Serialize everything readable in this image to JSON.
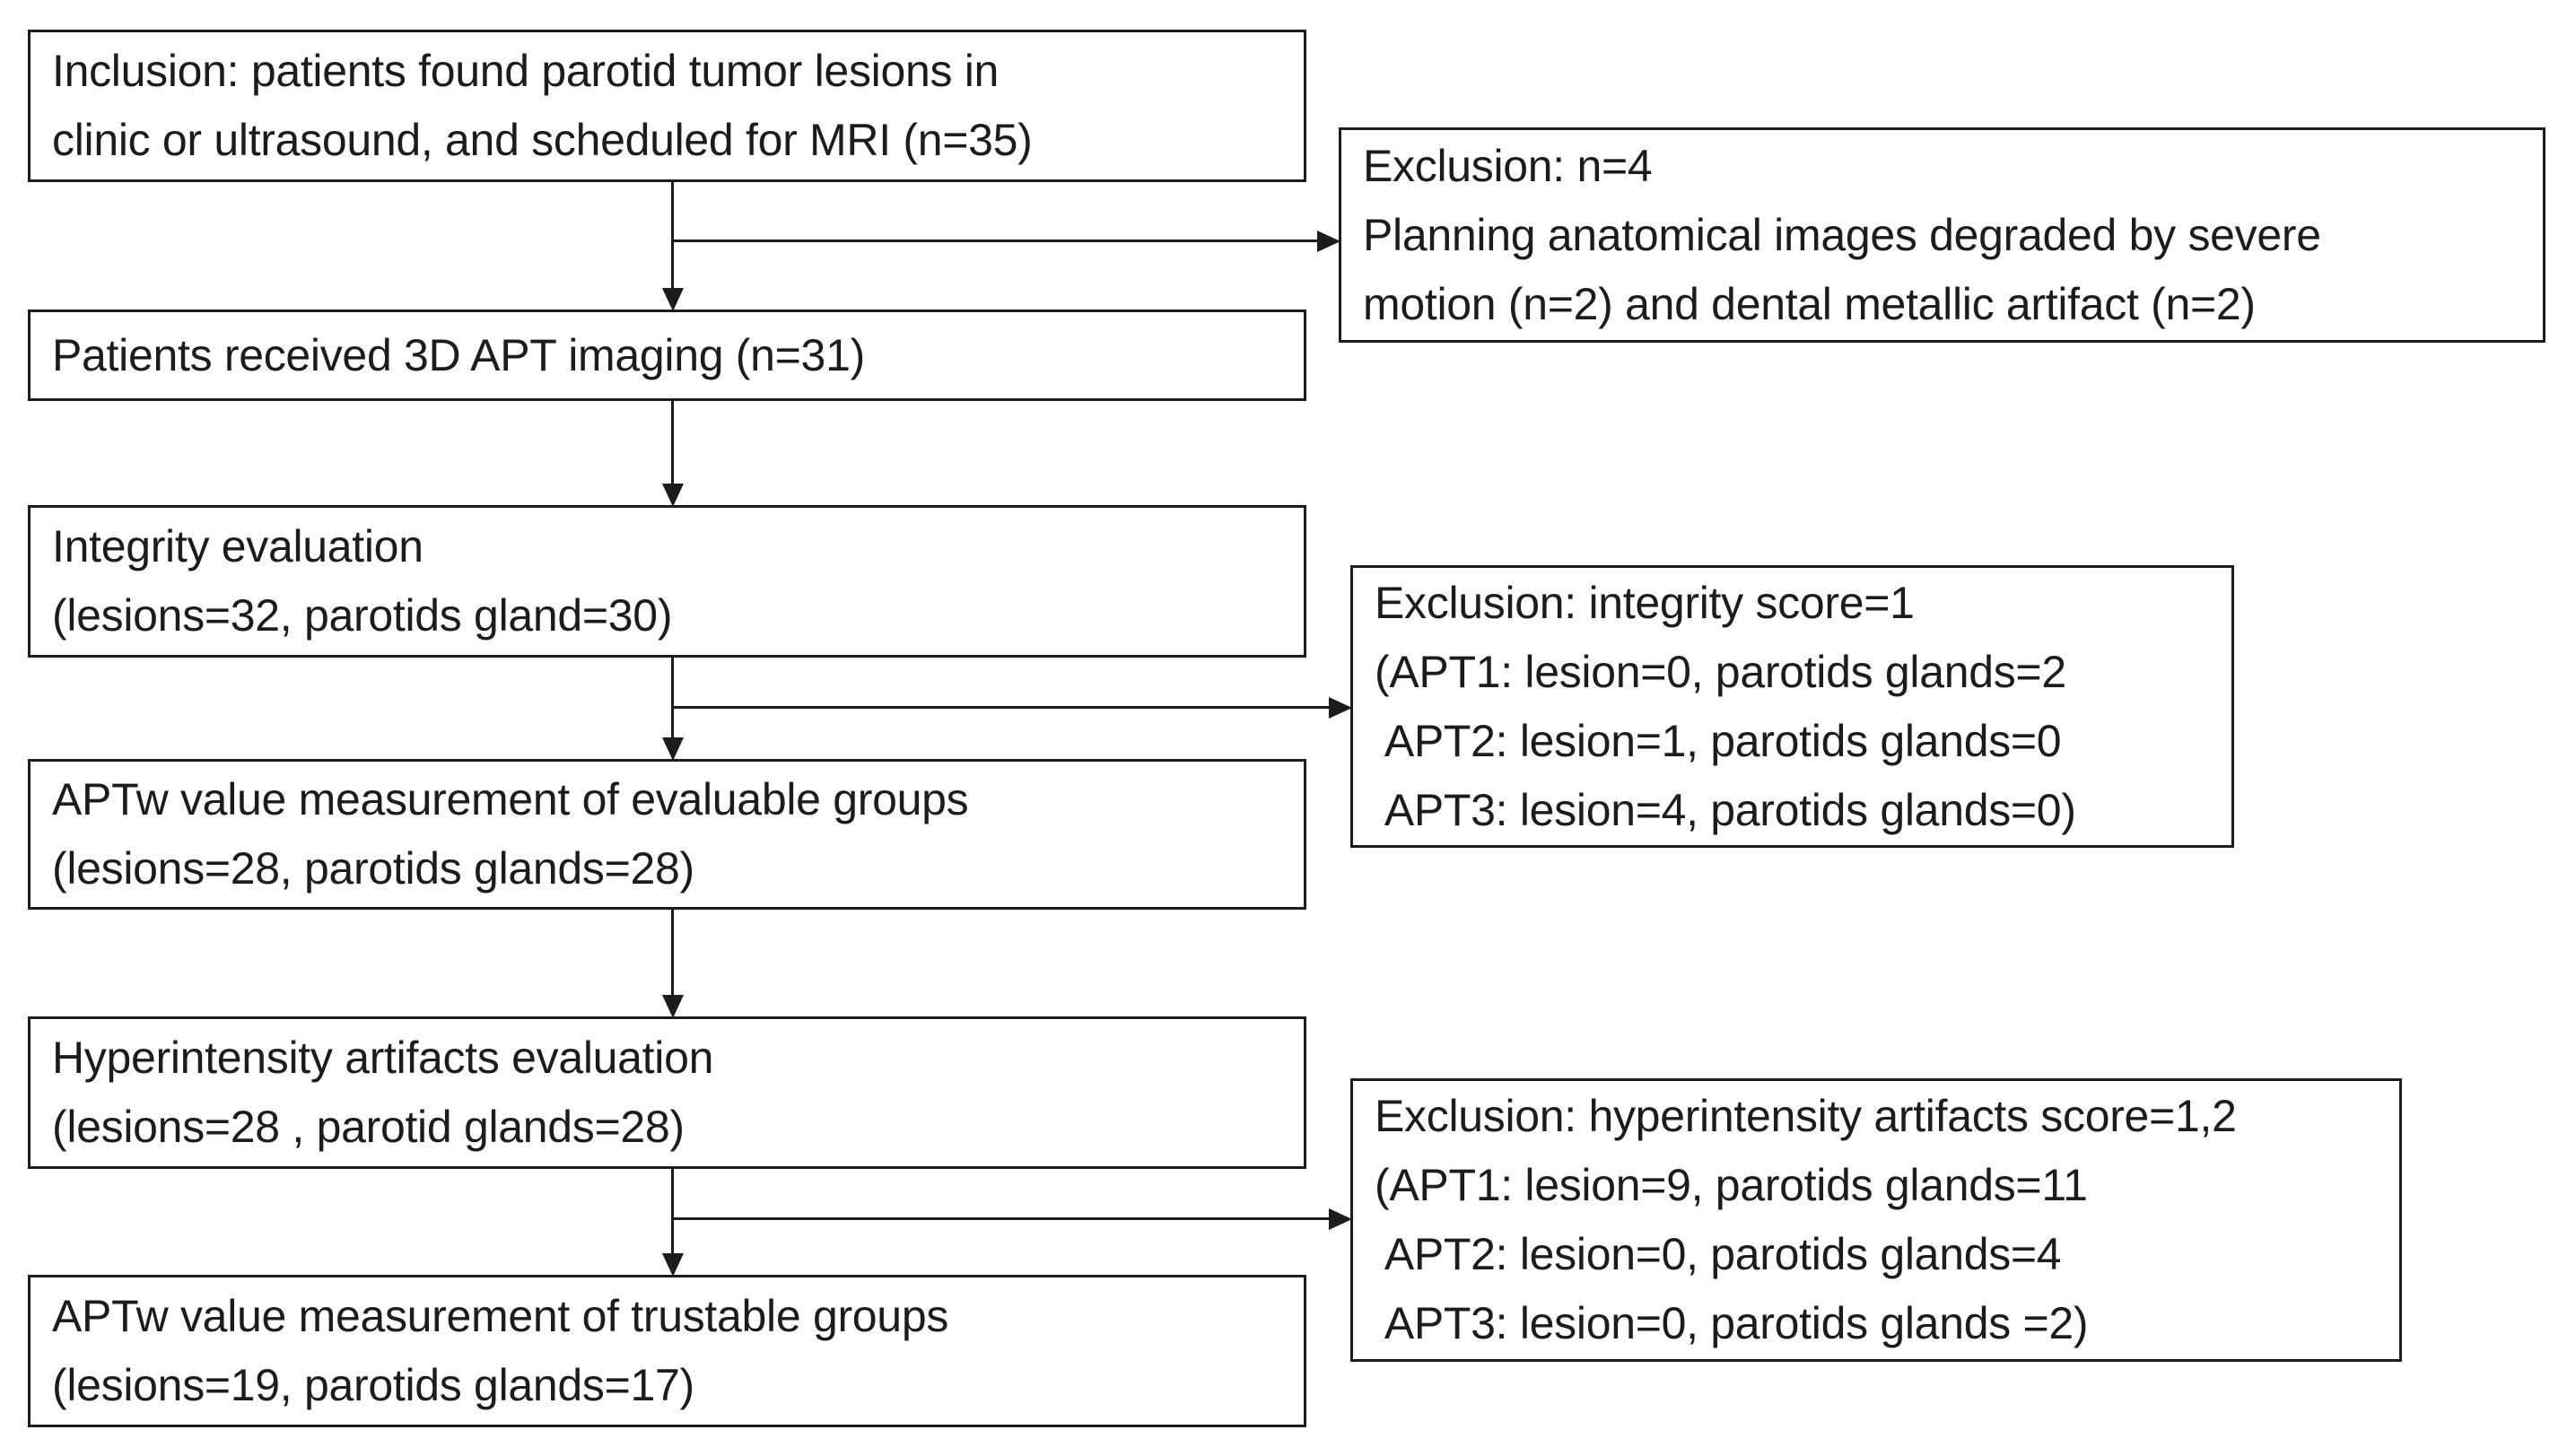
{
  "colors": {
    "background": "#ffffff",
    "line": "#1c1c1c",
    "text": "#1c1c1c"
  },
  "flow": {
    "main_boxes": [
      {
        "id": "inclusion",
        "lines": [
          "Inclusion: patients found parotid tumor lesions in",
          "clinic or ultrasound, and scheduled for MRI (n=35)"
        ]
      },
      {
        "id": "apt-imaging",
        "lines": [
          "Patients received 3D APT imaging (n=31)"
        ]
      },
      {
        "id": "integrity-evaluation",
        "lines": [
          "Integrity evaluation",
          "(lesions=32, parotids gland=30)"
        ]
      },
      {
        "id": "aptw-evaluable",
        "lines": [
          "APTw value measurement of evaluable groups",
          "(lesions=28, parotids glands=28)"
        ]
      },
      {
        "id": "hyperintensity-evaluation",
        "lines": [
          "Hyperintensity artifacts evaluation",
          "(lesions=28 , parotid glands=28)"
        ]
      },
      {
        "id": "aptw-trustable",
        "lines": [
          "APTw value measurement of trustable groups",
          "(lesions=19, parotids glands=17)"
        ]
      }
    ],
    "exclusion_boxes": [
      {
        "id": "exclusion-initial",
        "lines": [
          "Exclusion: n=4",
          "Planning anatomical images degraded by severe",
          "motion (n=2) and dental metallic artifact (n=2)"
        ]
      },
      {
        "id": "exclusion-integrity",
        "lines": [
          "Exclusion: integrity score=1",
          "(APT1: lesion=0, parotids glands=2",
          " APT2: lesion=1, parotids glands=0",
          " APT3: lesion=4, parotids glands=0)"
        ]
      },
      {
        "id": "exclusion-hyperintensity",
        "lines": [
          "Exclusion: hyperintensity artifacts score=1,2",
          "(APT1: lesion=9, parotids glands=11",
          " APT2: lesion=0, parotids glands=4",
          " APT3: lesion=0, parotids glands =2)"
        ]
      }
    ]
  }
}
